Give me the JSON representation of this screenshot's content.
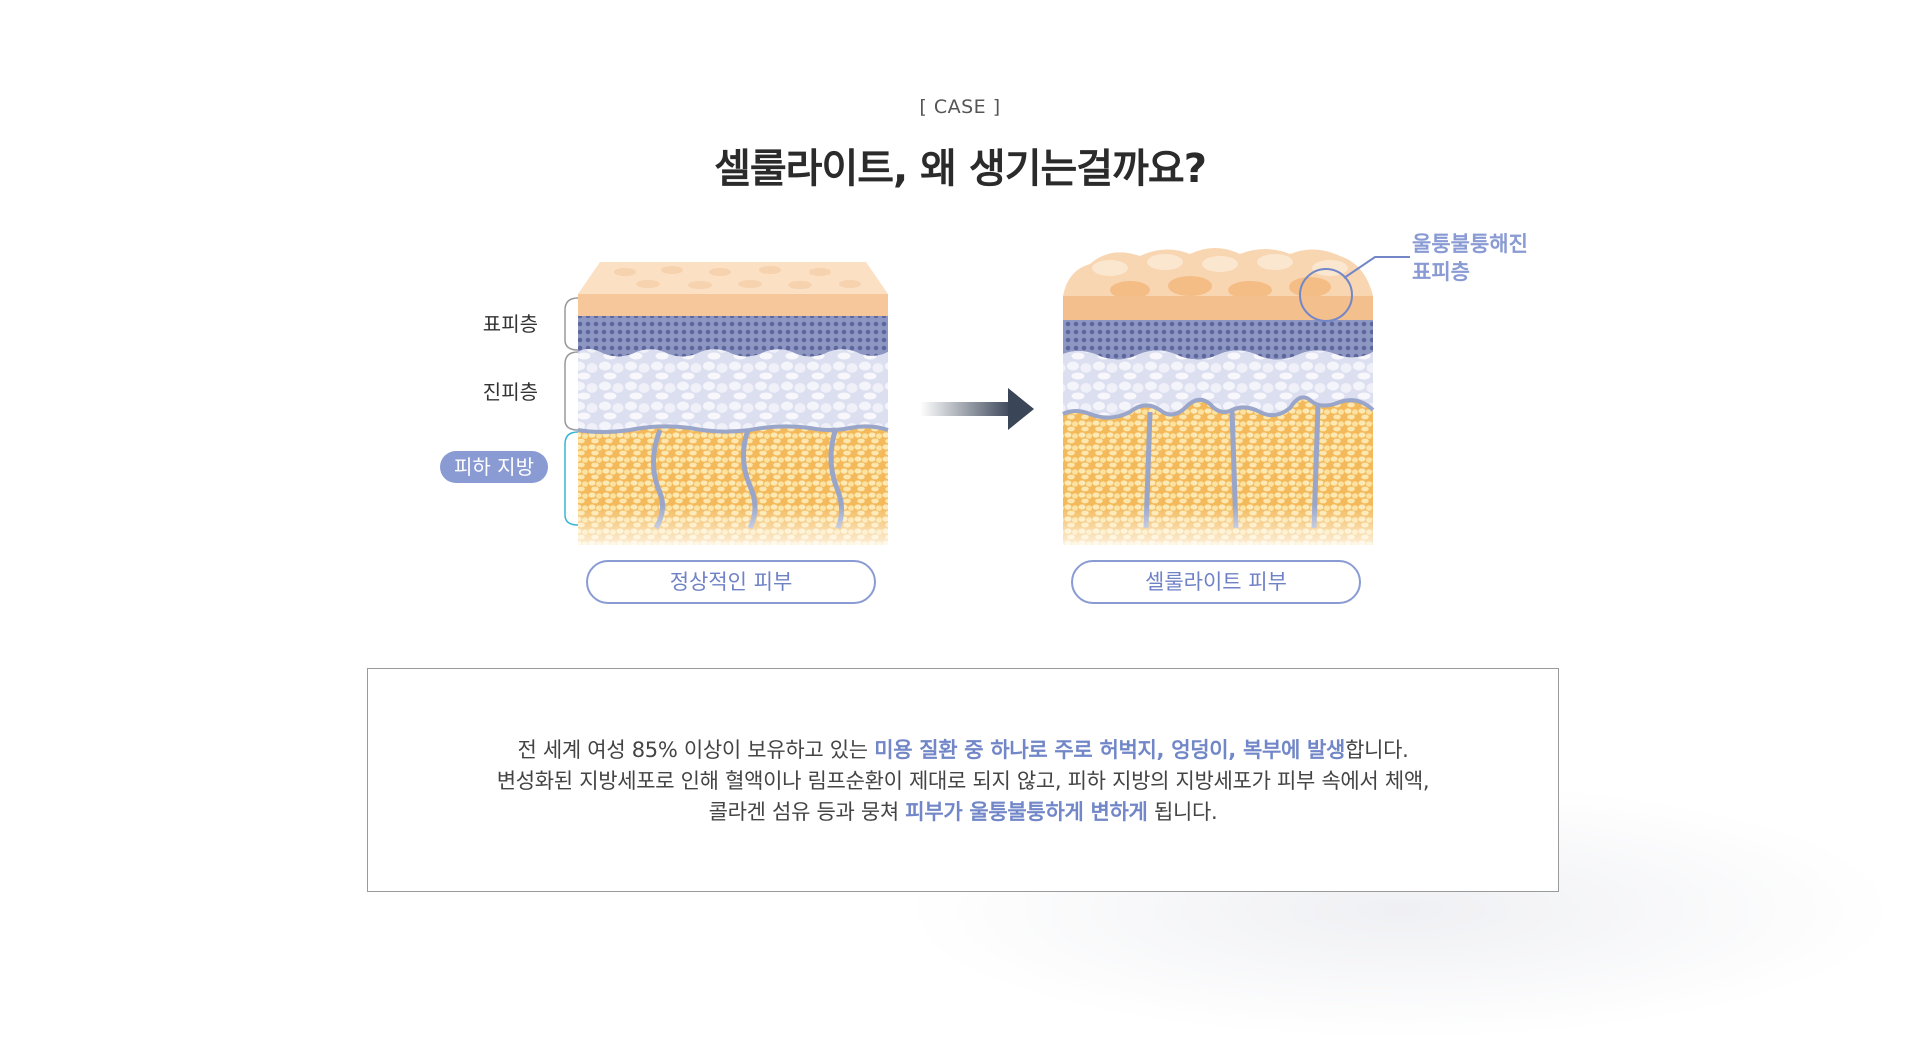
{
  "header": {
    "case_label": "[ CASE ]",
    "title": "셀룰라이트, 왜 생기는걸까요?"
  },
  "layers": {
    "epidermis": "표피층",
    "dermis": "진피층",
    "subcutaneous_fat": "피하 지방"
  },
  "callout": {
    "line1": "울퉁불퉁해진",
    "line2": "표피층"
  },
  "skins": {
    "normal_label": "정상적인 피부",
    "cellulite_label": "셀룰라이트 피부"
  },
  "description": {
    "line1_a": "전 세계 여성 85% 이상이 보유하고 있는 ",
    "line1_b": "미용 질환 중 하나로 주로 허벅지, 엉덩이, 복부에 발생",
    "line1_c": "합니다.",
    "line2": "변성화된 지방세포로 인해 혈액이나 림프순환이 제대로 되지 않고, 피하 지방의 지방세포가 피부 속에서 체액,",
    "line3_a": "콜라겐 섬유 등과 뭉쳐 ",
    "line3_b": "피부가 울퉁불퉁하게 변하게",
    "line3_c": " 됩니다."
  },
  "colors": {
    "accent": "#8a9bd4",
    "epidermis": "#f6c79a",
    "dermis_dots": "#7a83b4",
    "dermis_cells": "#eceef7",
    "fat": "#f8d98c",
    "arrow": "#3a4558"
  },
  "icons": {
    "arrow": "arrow-right-icon",
    "callout_circle": "callout-circle-icon"
  }
}
